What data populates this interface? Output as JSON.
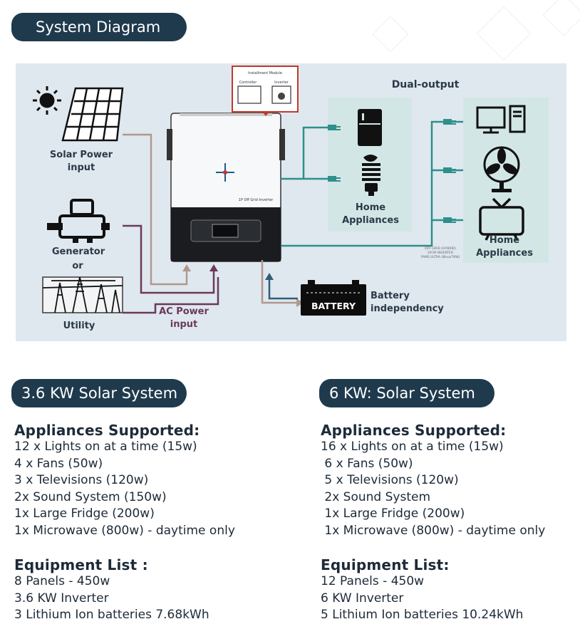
{
  "header": {
    "title": "System Diagram"
  },
  "diagram": {
    "solar_label": "Solar Power input",
    "generator_label": "Generator",
    "or_label": "or",
    "utility_label": "Utility",
    "ac_power_label": "AC Power input",
    "dual_output_label": "Dual-output",
    "home_appliances_1": "Home Appliances",
    "home_appliances_2": "Home Appliances",
    "battery_text": "BATTERY",
    "battery_label": "Battery independency",
    "inverter_caption": "1P Off Grid Inverter",
    "inset_title": "Installment Module",
    "inset_controller": "Controller",
    "inset_inverter": "Inverter",
    "small_note_1": "OFF-GRID (HYBRID)",
    "small_note_2": "1P/3P INVERTER",
    "small_note_3": "FAMS ULTRA (8kva/7KW)"
  },
  "left": {
    "title": "3.6 KW Solar System",
    "appliances_heading": "Appliances Supported:",
    "appliances": [
      "12 x Lights on at a time (15w)",
      "4 x Fans (50w)",
      "3 x Televisions (120w)",
      "2x Sound System (150w)",
      "1x Large Fridge (200w)",
      "1x Microwave (800w) - daytime only"
    ],
    "equipment_heading": "Equipment List :",
    "equipment": [
      "8 Panels - 450w",
      "3.6 KW Inverter",
      "3 Lithium Ion batteries 7.68kWh"
    ]
  },
  "right": {
    "title": "6 KW: Solar System",
    "appliances_heading": "Appliances Supported:",
    "appliances": [
      "16 x Lights on at a time (15w)",
      " 6 x Fans (50w)",
      " 5 x Televisions (120w)",
      " 2x Sound System",
      " 1x Large Fridge (200w)",
      " 1x Microwave (800w) - daytime only"
    ],
    "equipment_heading": "Equipment List:",
    "equipment": [
      "12 Panels - 450w",
      "6 KW Inverter",
      "5 Lithium Ion batteries 10.24kWh"
    ]
  },
  "colors": {
    "pill": "#1f3a4d",
    "diagram_bg": "#dfe8ef",
    "wire_teal": "#2f8f8a",
    "wire_purple": "#6a3a5a",
    "wire_tan": "#b0988e",
    "wire_blue": "#2e5e7a"
  }
}
